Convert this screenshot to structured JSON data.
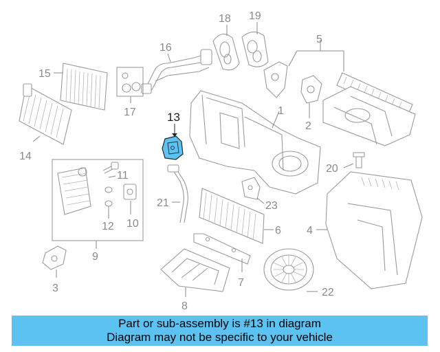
{
  "callouts": {
    "c1": "1",
    "c2": "2",
    "c3": "3",
    "c4": "4",
    "c5": "5",
    "c6": "6",
    "c7": "7",
    "c8": "8",
    "c9": "9",
    "c10": "10",
    "c11": "11",
    "c12": "12",
    "c13": "13",
    "c14": "14",
    "c15": "15",
    "c16": "16",
    "c17": "17",
    "c18": "18",
    "c19": "19",
    "c20": "20",
    "c21": "21",
    "c22": "22",
    "c23": "23"
  },
  "highlight": {
    "part": "13",
    "color": "#5bc2f2"
  },
  "banner": {
    "line1": "Part or sub-assembly is #13 in diagram",
    "line2": "Diagram may not be specific to your vehicle",
    "color": "#5bc2f2"
  }
}
